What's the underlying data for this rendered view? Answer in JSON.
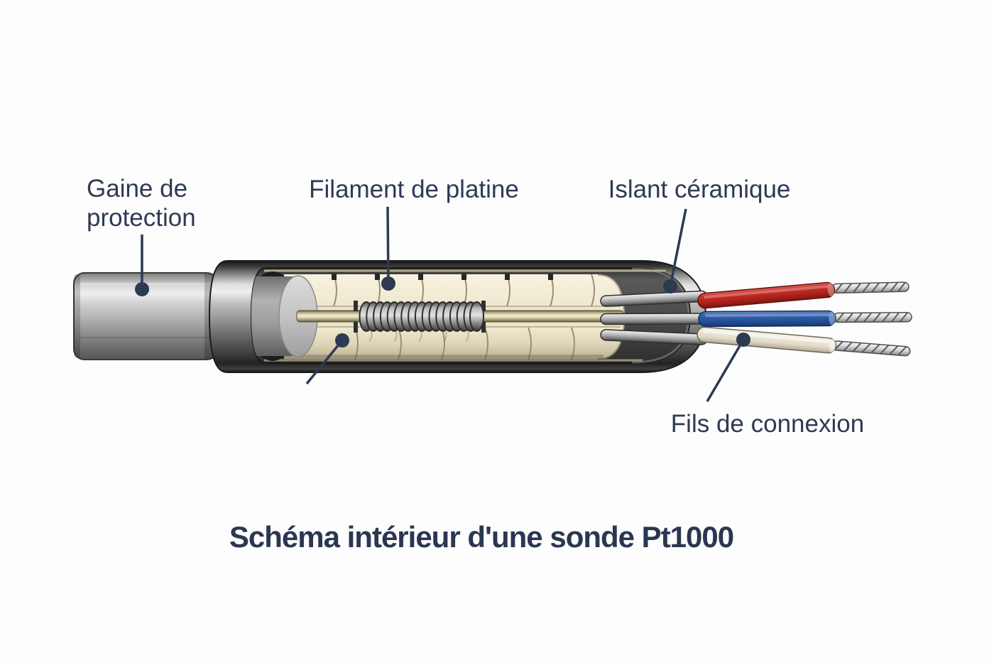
{
  "diagram": {
    "title": "Schéma intérieur d'une sonde Pt1000",
    "labels": {
      "protection_sheath": "Gaine de protection",
      "platinum_filament": "Filament de platine",
      "ceramic_insulator": "Islant céramique",
      "connection_wires": "Fils de connexion"
    },
    "colors": {
      "label_text": "#2e3a52",
      "title_text": "#2b3750",
      "leader_line": "#2d3a52",
      "wire_red": "#b7281f",
      "wire_blue": "#27529c",
      "wire_white": "#e2dbc8",
      "ceramic_cream": "#efe8d0",
      "metal_gray": "#b5b5b5",
      "interior_dark": "#4a4a4a"
    }
  }
}
